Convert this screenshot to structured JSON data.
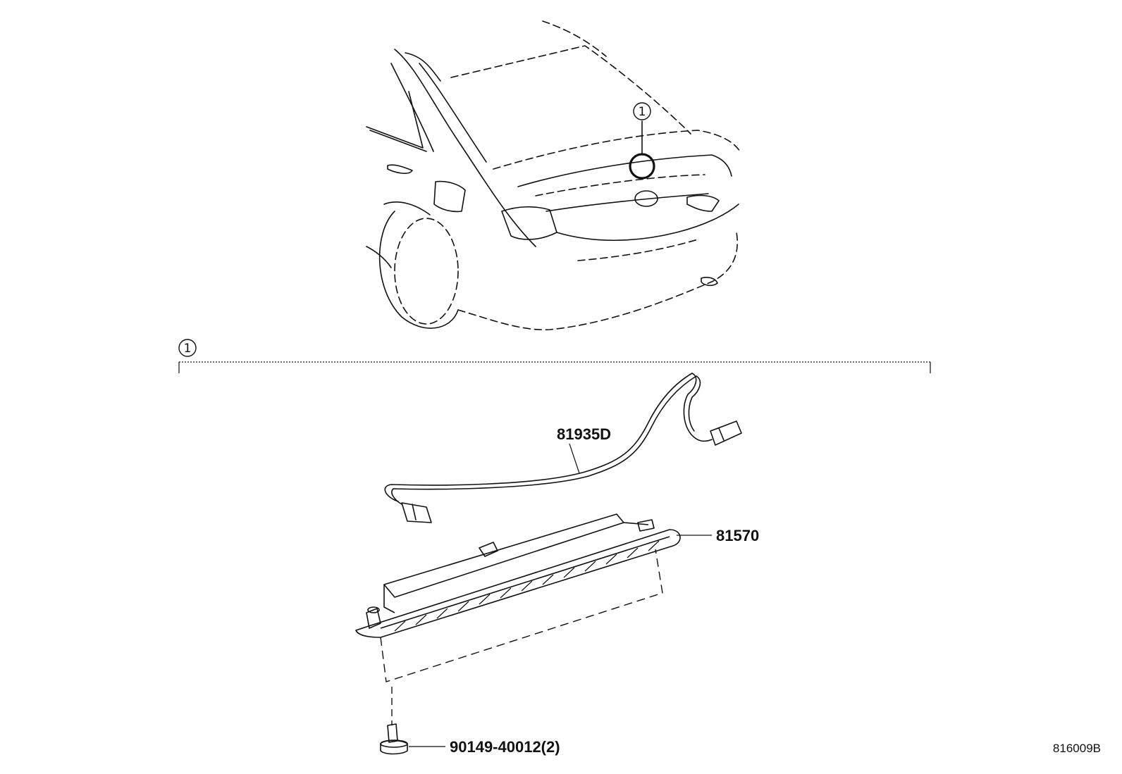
{
  "callout_marker": "1",
  "parts": {
    "wire": "81935D",
    "lamp": "81570",
    "screw": "90149-40012(2)"
  },
  "reference_code": "816009B"
}
